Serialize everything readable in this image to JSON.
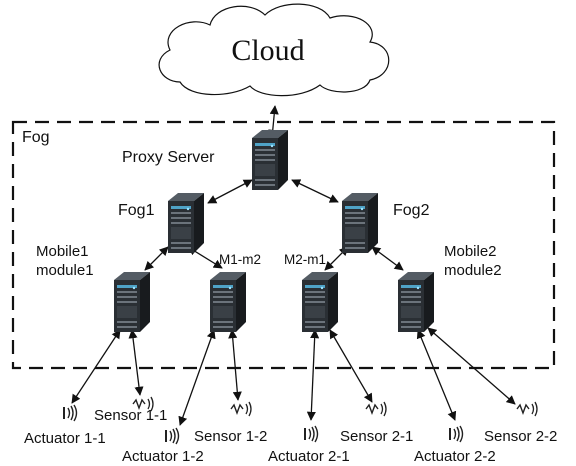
{
  "cloud": {
    "label": "Cloud"
  },
  "fog_region": {
    "label": "Fog"
  },
  "nodes": {
    "proxy_server": "Proxy Server",
    "fog1": "Fog1",
    "fog2": "Fog2",
    "mobile1_line1": "Mobile1",
    "mobile1_line2": "module1",
    "m1m2": "M1-m2",
    "m2m1": "M2-m1",
    "mobile2_line1": "Mobile2",
    "mobile2_line2": "module2"
  },
  "devices": {
    "sensor_1_1": "Sensor 1-1",
    "actuator_1_1": "Actuator 1-1",
    "sensor_1_2": "Sensor 1-2",
    "actuator_1_2": "Actuator 1-2",
    "sensor_2_1": "Sensor 2-1",
    "actuator_2_1": "Actuator 2-1",
    "sensor_2_2": "Sensor 2-2",
    "actuator_2_2": "Actuator 2-2"
  },
  "colors": {
    "server_dark": "#1f2327",
    "server_mid": "#3a4046",
    "server_light": "#6b737b",
    "server_accent": "#4fa3c7",
    "line": "#111111"
  }
}
